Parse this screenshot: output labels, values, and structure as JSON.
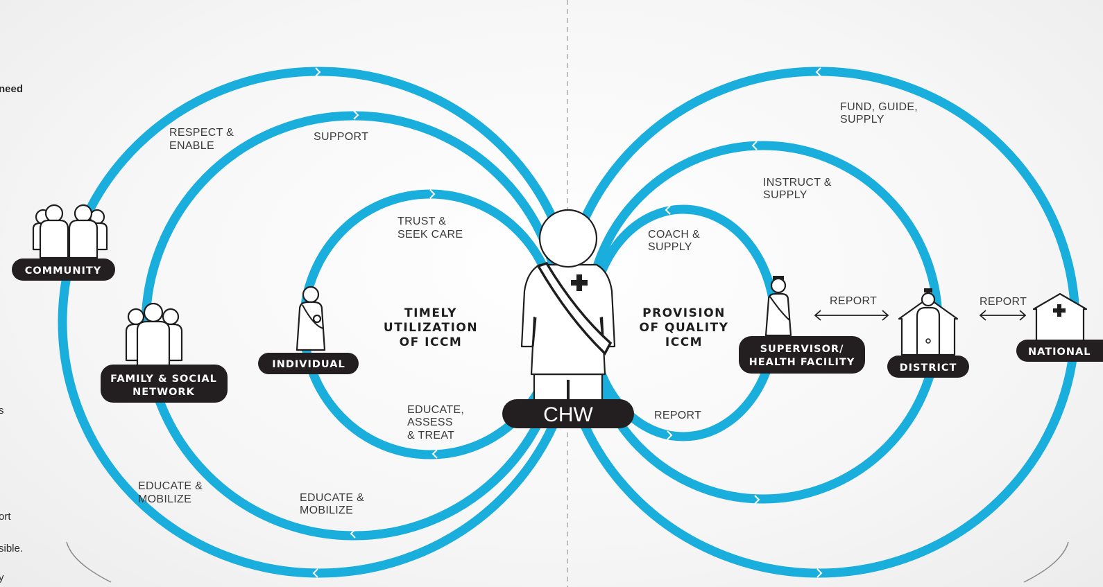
{
  "clipped_left_text": [
    "need",
    "s",
    "ort",
    "sible.",
    "y"
  ],
  "center": {
    "left_title": [
      "TIMELY",
      "UTILIZATION",
      "OF ICCM"
    ],
    "right_title": [
      "PROVISION",
      "OF QUALITY",
      "ICCM"
    ],
    "chw_label": "CHW"
  },
  "nodes": {
    "community": "COMMUNITY",
    "family": [
      "FAMILY & SOCIAL",
      "NETWORK"
    ],
    "individual": "INDIVIDUAL",
    "supervisor": [
      "SUPERVISOR/",
      "HEALTH FACILITY"
    ],
    "district": "DISTRICT",
    "national": "NATIONAL"
  },
  "arc_labels": {
    "respect_enable": [
      "RESPECT &",
      "ENABLE"
    ],
    "support": "SUPPORT",
    "trust_seek": [
      "TRUST &",
      "SEEK CARE"
    ],
    "educate_assess": [
      "EDUCATE,",
      "ASSESS",
      "& TREAT"
    ],
    "educate_mobilize_outer": [
      "EDUCATE &",
      "MOBILIZE"
    ],
    "educate_mobilize_mid": [
      "EDUCATE &",
      "MOBILIZE"
    ],
    "fund_guide": [
      "FUND, GUIDE,",
      "SUPPLY"
    ],
    "instruct_supply": [
      "INSTRUCT &",
      "SUPPLY"
    ],
    "coach_supply": [
      "COACH &",
      "SUPPLY"
    ],
    "report_inner": "REPORT",
    "report_sup_district": "REPORT",
    "report_district_national": "REPORT"
  },
  "colors": {
    "ring": "#1aaedc",
    "pill": "#231f20",
    "text": "#3a3a3a"
  }
}
